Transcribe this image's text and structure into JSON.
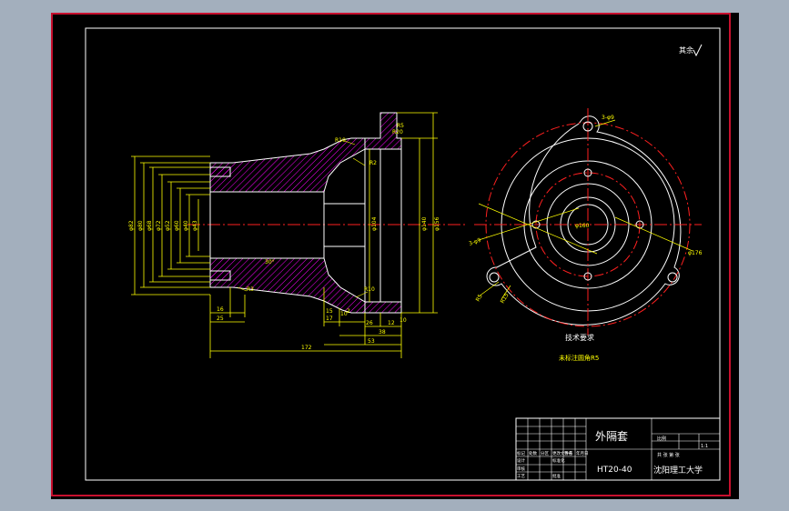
{
  "colors": {
    "background": "#a3afbd",
    "canvas": "#000000",
    "frame_outer": "#c8102e",
    "frame_inner": "#ffffff",
    "dimension": "#ffff00",
    "hatch": "#ff00ff",
    "center_line": "#ff2020",
    "outline": "#ffffff"
  },
  "drawing": {
    "roughness_note": "其余",
    "section_view": {
      "diameters": [
        "φ82",
        "φ80",
        "φ68",
        "φ72",
        "φ52",
        "φ60",
        "φ40",
        "φ43"
      ],
      "right_diameters": [
        "φ104",
        "φ140",
        "φ156"
      ],
      "angle": "30°",
      "label_r10_top": "R10",
      "label_r10_bottom": "R10",
      "label_r2": "R2",
      "label_r3": "R3",
      "label_r5": "R5",
      "label_r20": "R20",
      "label_2": "2",
      "label_10": "10",
      "bottom_dims": [
        "16",
        "25",
        "17",
        "15",
        "26",
        "12",
        "38",
        "53",
        "172",
        "10"
      ]
    },
    "end_view": {
      "label_top": "3-φ9",
      "label_left": "3-φ9",
      "label_center": "φ160",
      "label_right": "φ176",
      "label_bottom_left1": "R5",
      "label_bottom_left2": "R15"
    },
    "notes": {
      "title": "技术要求",
      "line1": "未标注圆角R5"
    }
  },
  "title_block": {
    "part_name": "外隔套",
    "material": "HT20-40",
    "school": "沈阳理工大学",
    "scale_header": "比例",
    "scale_value": "1:1",
    "sheet": "共 张 第 张",
    "rows": [
      [
        "标记",
        "处数",
        "分区",
        "更改文件号",
        "签名",
        "年月日"
      ],
      [
        "设计",
        "",
        "",
        "标准化",
        "",
        ""
      ],
      [
        "审核",
        "",
        "",
        "",
        "",
        ""
      ],
      [
        "工艺",
        "",
        "",
        "批准",
        "",
        ""
      ]
    ]
  }
}
